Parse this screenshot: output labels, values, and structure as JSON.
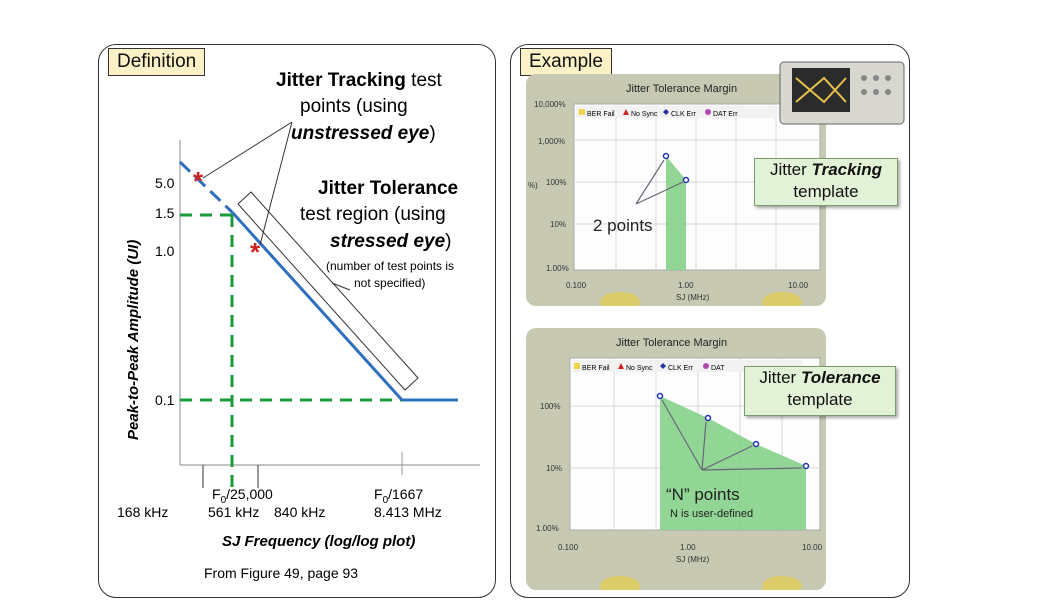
{
  "definition": {
    "tag": "Definition",
    "tracking_lines": [
      "Jitter Tracking",
      "test",
      "points (using",
      "unstressed eye",
      ")"
    ],
    "tolerance_lines": [
      "Jitter Tolerance",
      "test region (using",
      "stressed eye",
      ")"
    ],
    "note_lines": [
      "(number of test points is",
      "not specified)"
    ],
    "y_axis_label": "Peak-to-Peak Amplitude (UI)",
    "y_ticks": [
      "5.0",
      "1.5",
      "1.0",
      "0.1"
    ],
    "x_ticks_top": [
      "F",
      "0",
      "/25,000",
      "F",
      "0",
      "/1667"
    ],
    "x_ticks_bottom": [
      "168 kHz",
      "561 kHz",
      "840 kHz",
      "8.413 MHz"
    ],
    "x_axis_label": "SJ Frequency (log/log plot)",
    "source": "From Figure 49, page 93",
    "colors": {
      "line": "#2f6fbf",
      "guide": "#1a9a3a",
      "marker": "#cc2222"
    }
  },
  "example": {
    "tag": "Example",
    "tracking_chart": {
      "title": "Jitter Tolerance Margin",
      "legend": [
        "BER Fail",
        "No Sync",
        "CLK Err",
        "DAT Err"
      ],
      "y_ticks": [
        "10,000%",
        "1,000%",
        "100%",
        "10%",
        "1.00%"
      ],
      "x_ticks": [
        "0.100",
        "1.00",
        "10.00"
      ],
      "x_label": "SJ (MHz)",
      "y_partial": "%)",
      "annotation": "2 points",
      "note_lines": [
        "Jitter ",
        "Tracking",
        "template"
      ]
    },
    "tolerance_chart": {
      "title": "Jitter Tolerance Margin",
      "legend": [
        "BER Fail",
        "No Sync",
        "CLK Err",
        "DAT"
      ],
      "y_ticks": [
        "100%",
        "10%",
        "1.00%"
      ],
      "x_ticks": [
        "0.100",
        "1.00",
        "10.00"
      ],
      "x_label": "SJ (MHz)",
      "annotation": "“N” points",
      "annotation_sub": "N is user-defined",
      "note_lines": [
        "Jitter ",
        "Tolerance",
        "template"
      ]
    }
  }
}
